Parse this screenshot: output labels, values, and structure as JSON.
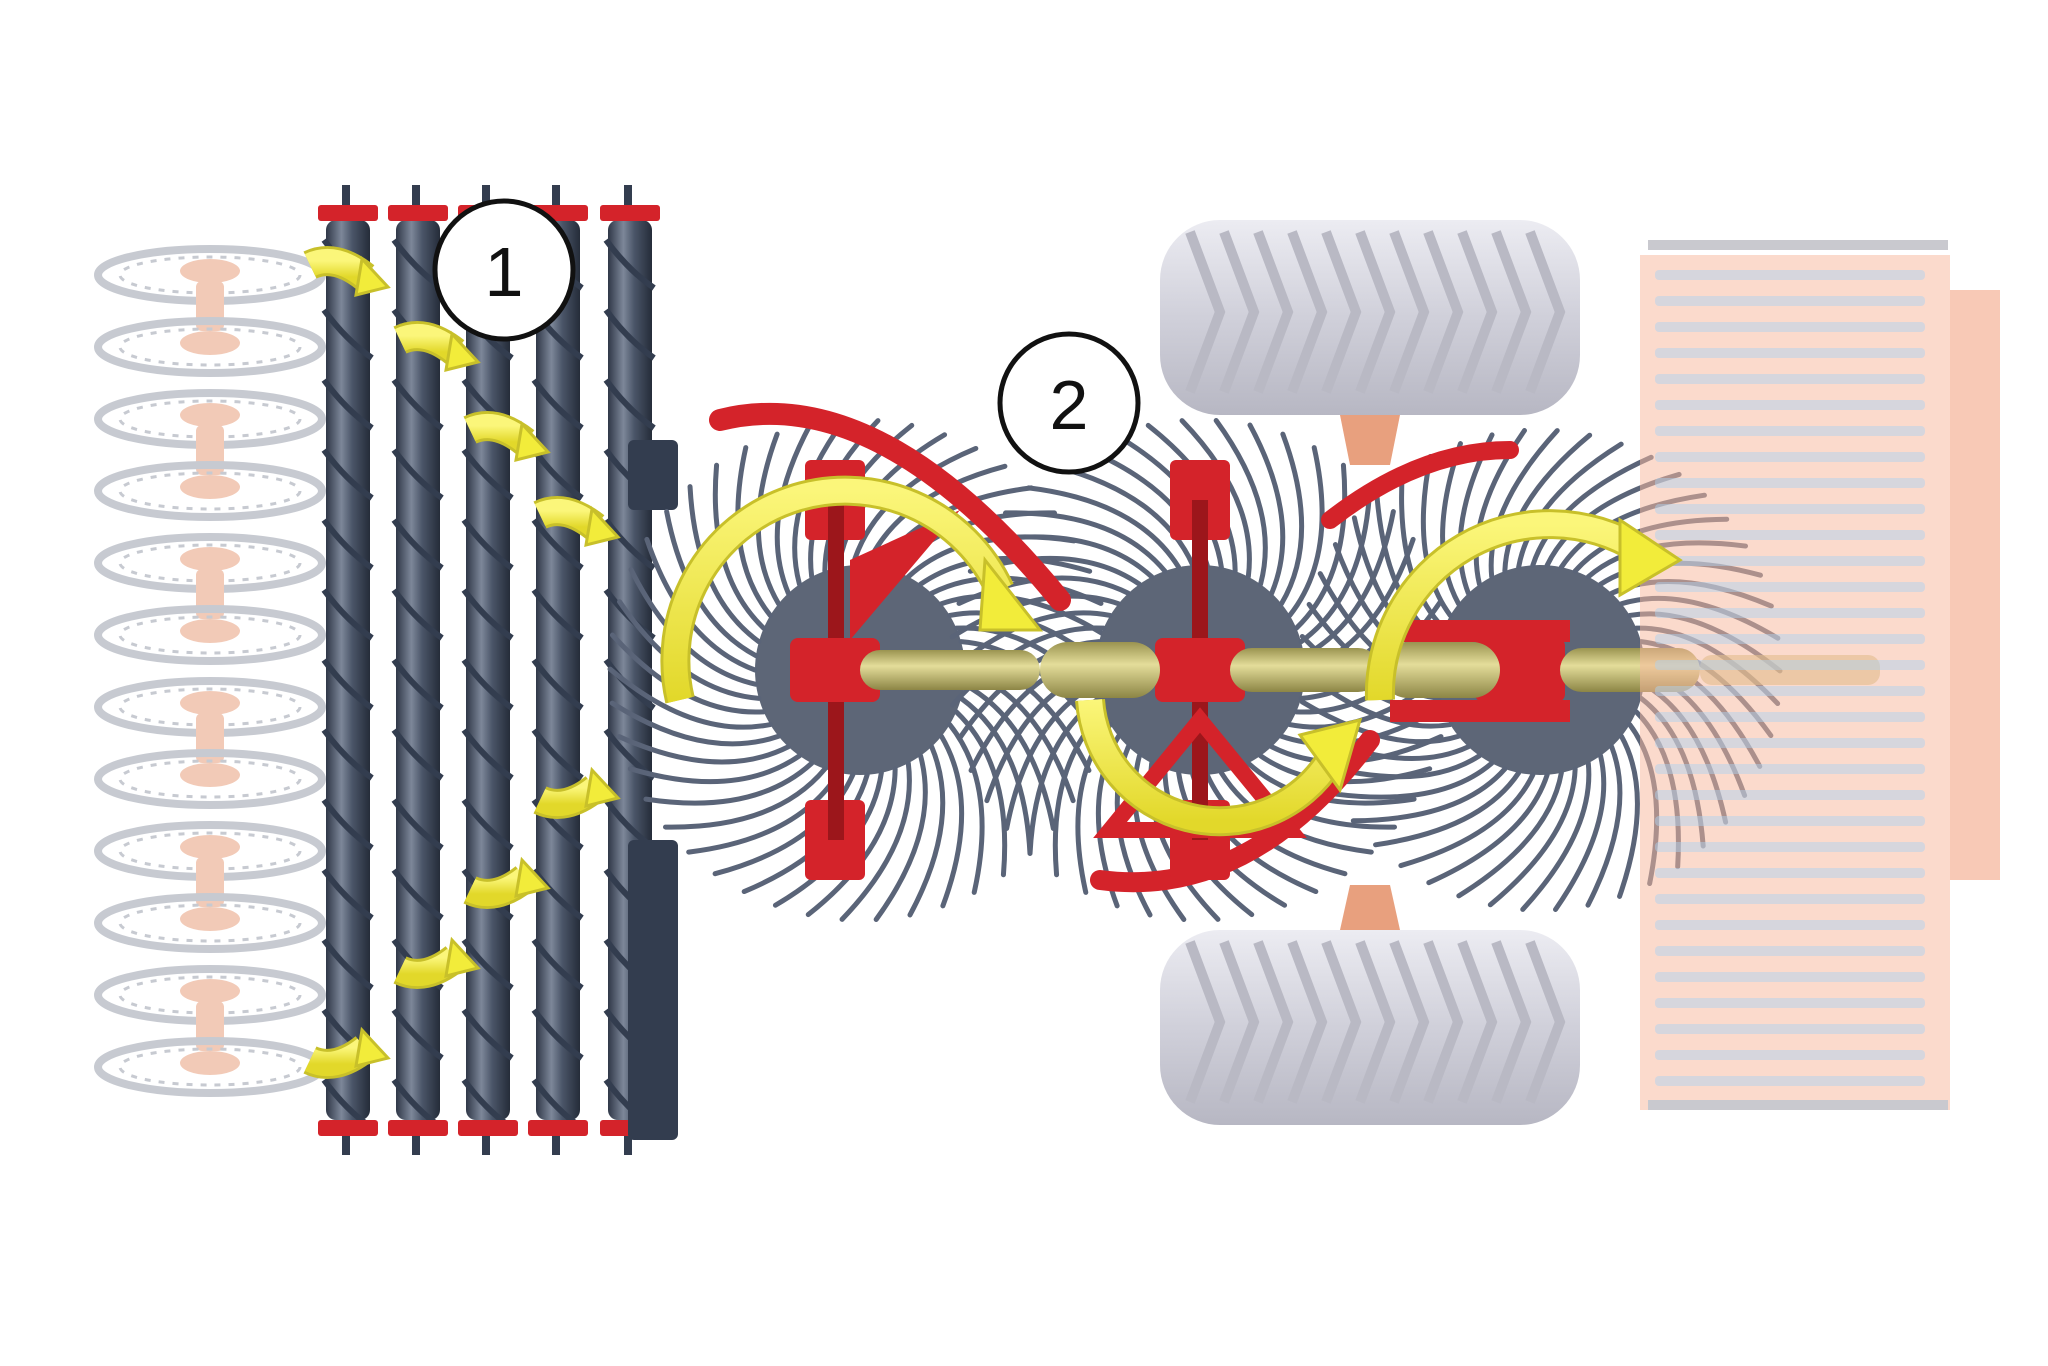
{
  "callouts": [
    {
      "id": "1",
      "label": "1"
    },
    {
      "id": "2",
      "label": "2"
    }
  ],
  "colors": {
    "roller": "#4a5568",
    "roller_dark": "#333d4f",
    "roller_light": "#7d8799",
    "frame_red": "#d4232a",
    "frame_red_dark": "#9c161b",
    "flow_arrow": "#f2ec3a",
    "flow_arrow_edge": "#c8c02a",
    "shaft": "#c9c27a",
    "shaft_dark": "#9a9350",
    "tine": "#5a6478",
    "hub": "#5d6677",
    "tire": "#d4d4dc",
    "tire_tread": "#b9b9c4",
    "ghost_copper": "#e8a07e",
    "ghost_gray": "#9aa0ad",
    "pickup_frame": "#f6b89e",
    "pickup_bar": "#c9c9d2"
  },
  "icons": {
    "flow": "curved-arrow-icon",
    "callout": "numbered-circle-icon"
  }
}
